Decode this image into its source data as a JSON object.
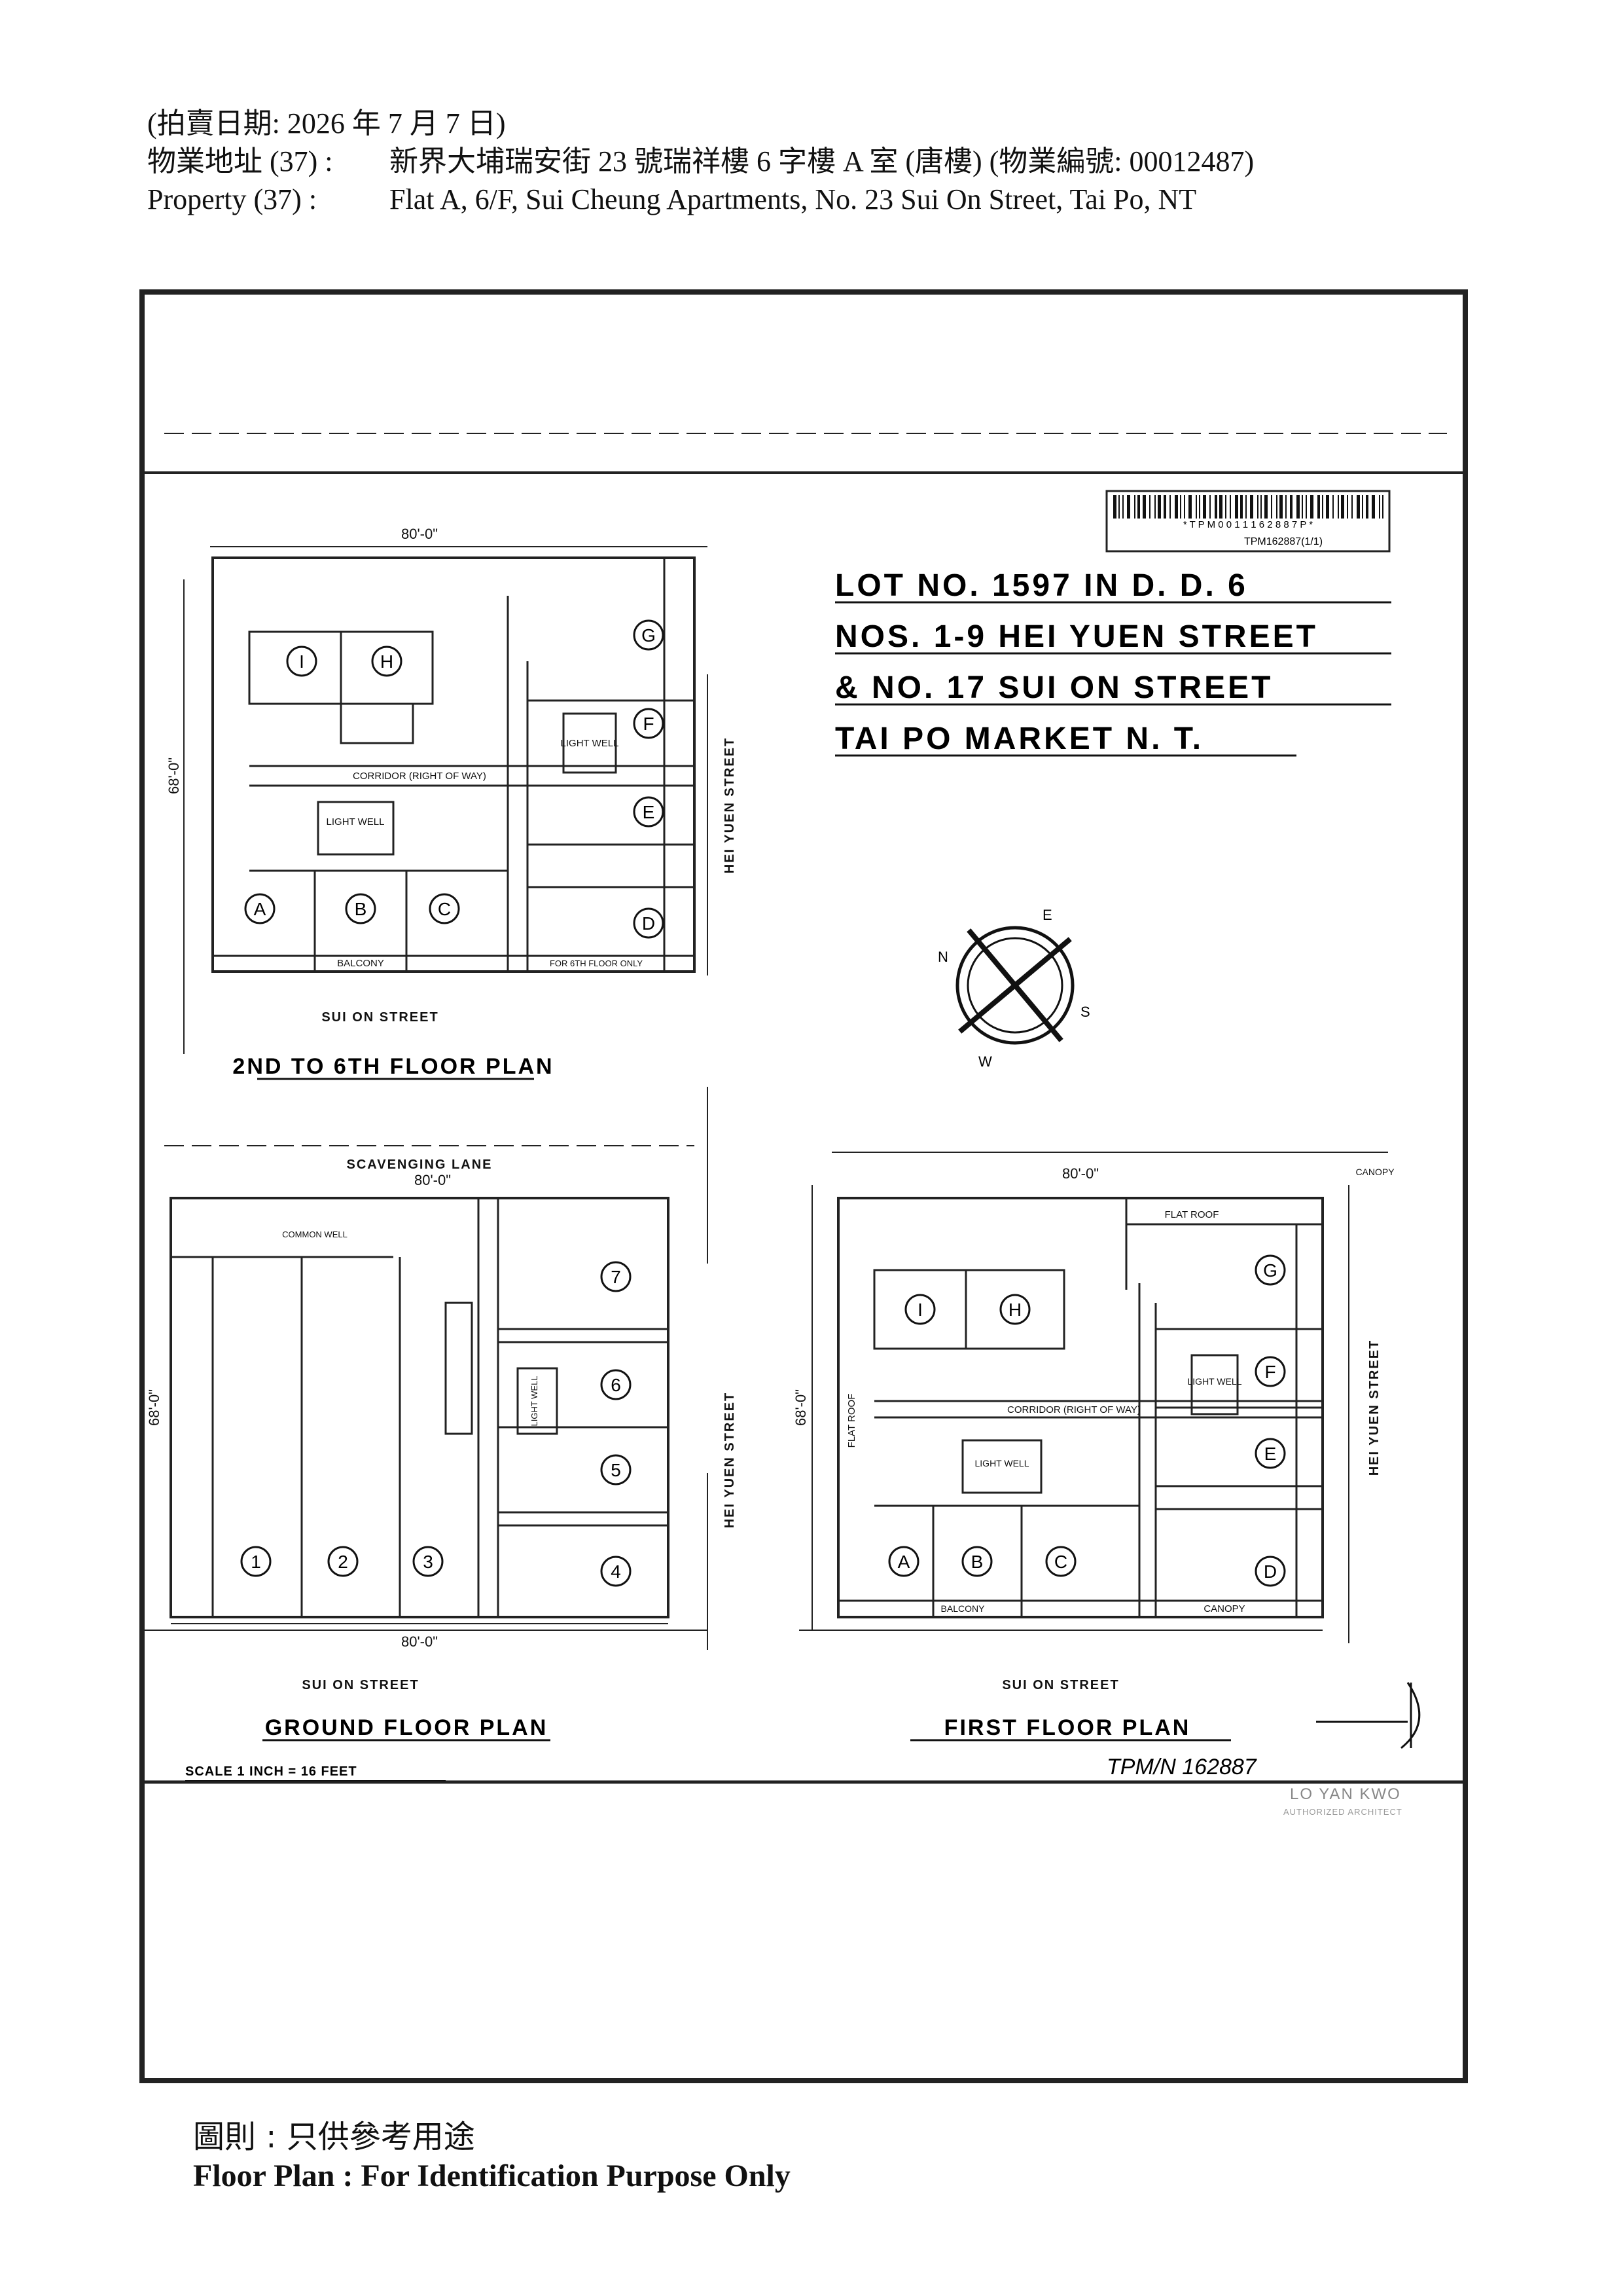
{
  "header": {
    "auction_date": "(拍賣日期:  2026 年 7 月 7 日)",
    "address_cn_label": "物業地址  (37) :",
    "address_cn": "新界大埔瑞安街 23 號瑞祥樓 6 字樓 A 室  (唐樓) (物業編號: 00012487)",
    "address_en_label": "Property    (37) :",
    "address_en": "Flat A, 6/F, Sui Cheung Apartments, No. 23 Sui On Street, Tai Po, NT"
  },
  "lot_title": {
    "line1": "LOT  NO.  1597  IN  D.  D.  6",
    "line2": "NOS. 1-9  HEI  YUEN  STREET",
    "line3": "&  NO.  17  SUI  ON  STREET",
    "line4": "TAI  PO  MARKET  N.  T."
  },
  "barcode": {
    "code": "* T P M 0 0 1 1 1 6 2 8 8 7 P *",
    "ref": "TPM162887(1/1)"
  },
  "compass": {
    "n": "N",
    "e": "E",
    "s": "S",
    "w": "W"
  },
  "plans": {
    "upper": {
      "title": "2ND  TO  6TH  FLOOR  PLAN",
      "width_dim": "80'-0\"",
      "depth_dim": "68'-0\"",
      "street_bottom": "SUI     ON     STREET",
      "street_right": "HEI   YUEN   STREET",
      "units": [
        "A",
        "B",
        "C",
        "D",
        "E",
        "F",
        "G",
        "H",
        "I"
      ],
      "labels": {
        "corridor": "CORRIDOR (RIGHT OF WAY)",
        "light_well": "LIGHT WELL",
        "balcony": "BALCONY",
        "for_6th": "FOR 6TH FLOOR ONLY"
      }
    },
    "ground": {
      "title": "GROUND   FLOOR   PLAN",
      "width_dim": "80'-0\"",
      "depth_dim": "68'-0\"",
      "street_top": "SCAVENGING       LANE",
      "street_bottom": "SUI      ON      STREET",
      "street_right": "HEI   YUEN   STREET",
      "units": [
        "1",
        "2",
        "3",
        "4",
        "5",
        "6",
        "7"
      ],
      "labels": {
        "common_well": "COMMON WELL",
        "light_well": "LIGHT WELL"
      }
    },
    "first": {
      "title": "FIRST   FLOOR   PLAN",
      "width_dim": "80'-0\"",
      "depth_dim": "68'-0\"",
      "street_bottom": "SUI      ON      STREET",
      "street_right": "HEI   YUEN   STREET",
      "units": [
        "A",
        "B",
        "C",
        "D",
        "E",
        "F",
        "G",
        "H",
        "I"
      ],
      "labels": {
        "canopy": "CANOPY",
        "flat_roof": "FLAT   ROOF",
        "corridor": "CORRIDOR (RIGHT OF WAY)",
        "light_well": "LIGHT WELL",
        "balcony": "BALCONY"
      }
    }
  },
  "scale": "SCALE    1  INCH  =  16  FEET",
  "handwritten_ref": "TPM/N 162887",
  "architect": {
    "name": "LO  YAN  KWO",
    "title": "AUTHORIZED ARCHITECT"
  },
  "footer": {
    "cn": "圖則           : 只供參考用途",
    "en": "Floor Plan : For Identification Purpose Only"
  }
}
